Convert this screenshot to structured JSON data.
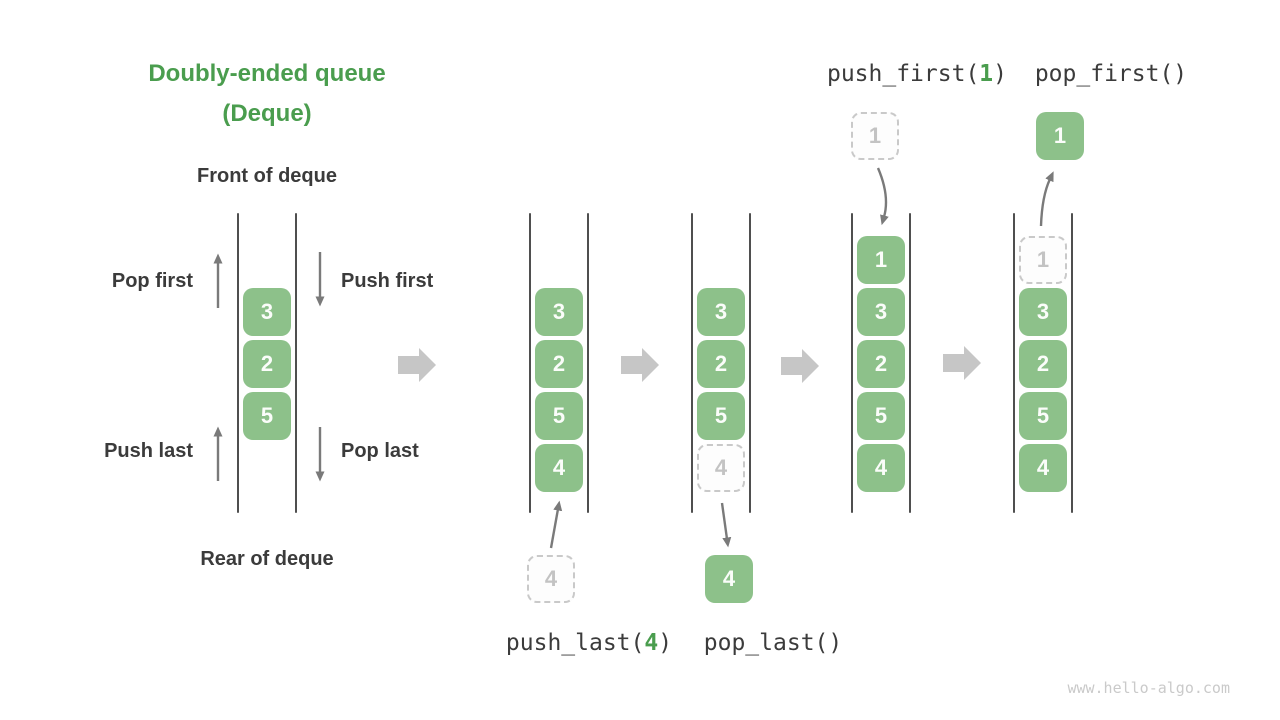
{
  "title": {
    "line1": "Doubly-ended queue",
    "line2": "(Deque)"
  },
  "labels": {
    "front": "Front of deque",
    "rear": "Rear of deque",
    "pop_first": "Pop first",
    "push_first": "Push first",
    "push_last": "Push last",
    "pop_last": "Pop last"
  },
  "operations": {
    "push_last": {
      "prefix": "push_last(",
      "arg": "4",
      "suffix": ")"
    },
    "pop_last": {
      "text": "pop_last()"
    },
    "push_first": {
      "prefix": "push_first(",
      "arg": "1",
      "suffix": ")"
    },
    "pop_first": {
      "text": "pop_first()"
    }
  },
  "queues": {
    "q1": {
      "cells": [
        "3",
        "2",
        "5"
      ]
    },
    "q2": {
      "cells": [
        "3",
        "2",
        "5",
        "4"
      ],
      "floating": "4"
    },
    "q3": {
      "cells": [
        "3",
        "2",
        "5",
        "4"
      ],
      "floating": "4"
    },
    "q4": {
      "cells": [
        "1",
        "3",
        "2",
        "5",
        "4"
      ],
      "floating": "1"
    },
    "q5": {
      "cells": [
        "1",
        "3",
        "2",
        "5",
        "4"
      ],
      "floating": "1"
    }
  },
  "watermark": "www.hello-algo.com",
  "colors": {
    "box_green": "#8dc18a",
    "accent_green": "#4a9d4e",
    "dark_text": "#3b3b3b",
    "arrow_gray": "#7a7a7a",
    "big_arrow_gray": "#c6c6c6",
    "dashed_border": "#c9c9c9"
  }
}
